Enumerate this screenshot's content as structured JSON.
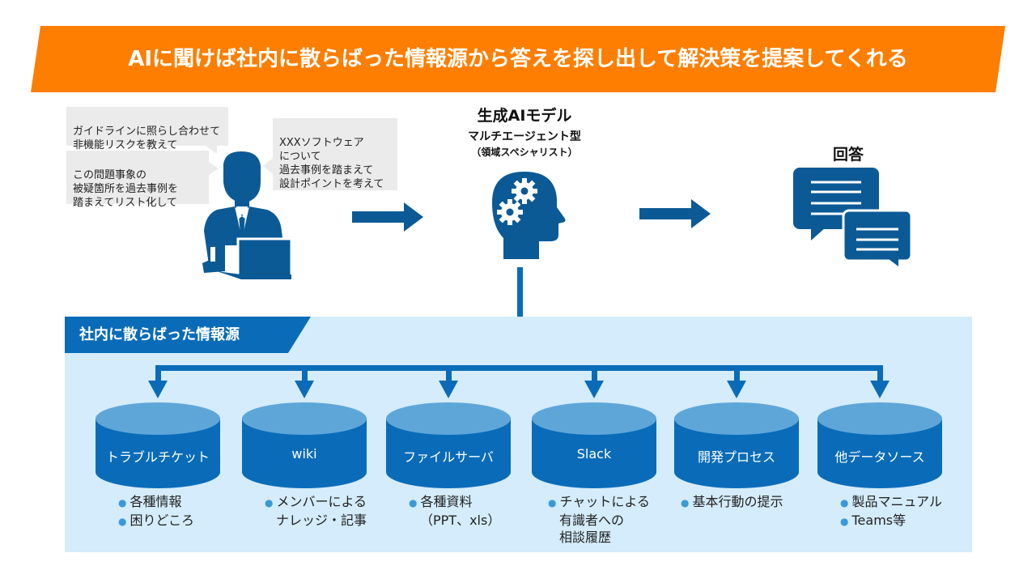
{
  "banner": {
    "title": "AIに聞けば社内に散らばった情報源から答えを探し出して解決策を提案してくれる",
    "color": "#fd7e00"
  },
  "user_requests": [
    {
      "text": "ガイドラインに照らし合わせて\n非機能リスクを教えて"
    },
    {
      "text": "この問題事象の\n被疑箇所を過去事例を\n踏まえてリスト化して"
    },
    {
      "text": "XXXソフトウェア\nについて\n過去事例を踏まえて\n設計ポイントを考えて"
    }
  ],
  "ai_model": {
    "title": "生成AIモデル",
    "subtitle": "マルチエージェント型",
    "note": "（領域スペシャリスト）",
    "icon": "head-gears-icon"
  },
  "answer": {
    "title": "回答",
    "icon": "chat-bubbles-icon"
  },
  "sources": {
    "section_title": "社内に散らばった情報源",
    "items": [
      {
        "label": "トラブルチケット",
        "notes": [
          {
            "bullet": true,
            "text": "各種情報"
          },
          {
            "bullet": true,
            "text": "困りどころ"
          }
        ]
      },
      {
        "label": "wiki",
        "notes": [
          {
            "bullet": true,
            "text": "メンバーによる"
          },
          {
            "bullet": false,
            "text": "ナレッジ・記事"
          }
        ]
      },
      {
        "label": "ファイルサーバ",
        "notes": [
          {
            "bullet": true,
            "text": "各種資料"
          },
          {
            "bullet": false,
            "text": "（PPT、xls）"
          }
        ]
      },
      {
        "label": "Slack",
        "notes": [
          {
            "bullet": true,
            "text": "チャットによる"
          },
          {
            "bullet": false,
            "text": "有識者への"
          },
          {
            "bullet": false,
            "text": "相談履歴"
          }
        ]
      },
      {
        "label": "開発プロセス",
        "notes": [
          {
            "bullet": true,
            "text": "基本行動の提示"
          }
        ]
      },
      {
        "label": "他データソース",
        "notes": [
          {
            "bullet": true,
            "text": "製品マニュアル"
          },
          {
            "bullet": true,
            "text": "Teams等"
          }
        ]
      }
    ]
  },
  "colors": {
    "primary_blue": "#0b5a96",
    "line_blue": "#0a6cb8",
    "db_top": "#5fa6d8",
    "db_body": "#0a6cb8",
    "panel_bg": "#d4ecfb",
    "bubble_bg": "#ebebeb",
    "bullet": "#3a9ad9"
  }
}
